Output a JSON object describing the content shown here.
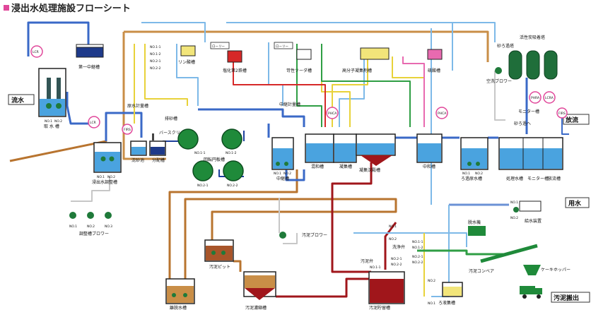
{
  "title": "浸出水処理施設フローシート",
  "ext": {
    "inflow": "流水",
    "discharge": "放流",
    "service_water": "用水",
    "sludge_out": "汚泥搬出"
  },
  "labels": {
    "lcr": "LCR",
    "lcra": "LCRA",
    "firs": "FIRS",
    "phca": "PHCA",
    "phra": "PHRA",
    "no1": "NO.1",
    "no2": "NO.2",
    "no3": "NO.3",
    "no1_1": "NO.1-1",
    "no1_2": "NO.1-2",
    "no2_1": "NO.2-1",
    "no2_2": "NO.2-2",
    "intake_tank": "取 水 槽",
    "first_relay_tank": "第一中継槽",
    "adjustment_tank": "浸出水調整槽",
    "adjustment_blower": "調整槽ブロワー",
    "raw_water_meter": "原水計量槽",
    "grit_tank": "排砂槽",
    "bar_screen": "バースクリーン",
    "grit_chamber": "沈砂池",
    "distribution_tank": "分配槽",
    "rotating_disc": "回転円板槽",
    "relay_tank": "中継槽",
    "relay_water_meter": "中継計量槽",
    "neutralization_tank": "混和槽",
    "coagulation_tank": "凝集槽",
    "coag_sedimentation_tank": "凝集沈殿槽",
    "neutralization_tank_2": "中和槽",
    "sand_filtered_tank": "ろ過原水槽",
    "treated_water_tank": "処理水槽",
    "monitor_tank": "モニター槽",
    "discharge_tank": "放流槽",
    "sand_filter": "砂ろ過塔",
    "activated_carbon": "活性炭吸着塔",
    "air_wash_blower": "空洗ブロワー",
    "sand_filter_to": "砂ろ過へ",
    "water_supply_unit": "給水装置",
    "dehydrator": "脱水機",
    "sludge_conveyor": "汚泥コンベア",
    "cake_hopper": "ケーキホッパー",
    "wash_pump": "洗浄弁",
    "sludge_valve": "汚泥弁",
    "sludge_storage_tank": "汚泥貯留槽",
    "filtrate_tank": "ろ液集槽",
    "sludge_blower": "汚泥ブロワー",
    "sludge_pit": "汚泥ピット",
    "sludge_thickener": "汚泥濃縮槽",
    "separated_water_tank": "離脱水槽",
    "phosphoric_acid_tank": "リン酸槽",
    "ferric_chloride_tank": "塩化第2鉄槽",
    "lorry": "ローリー",
    "caustic_soda_tank": "苛性ソーダ槽",
    "polymer_tank": "高分子凝集剤槽",
    "sulfuric_acid_tank": "硫酸槽"
  },
  "colors": {
    "water": "#4aa3df",
    "sludge": "#a0161b",
    "equipment": "#1f8a3a",
    "sensor": "#e0479a"
  }
}
